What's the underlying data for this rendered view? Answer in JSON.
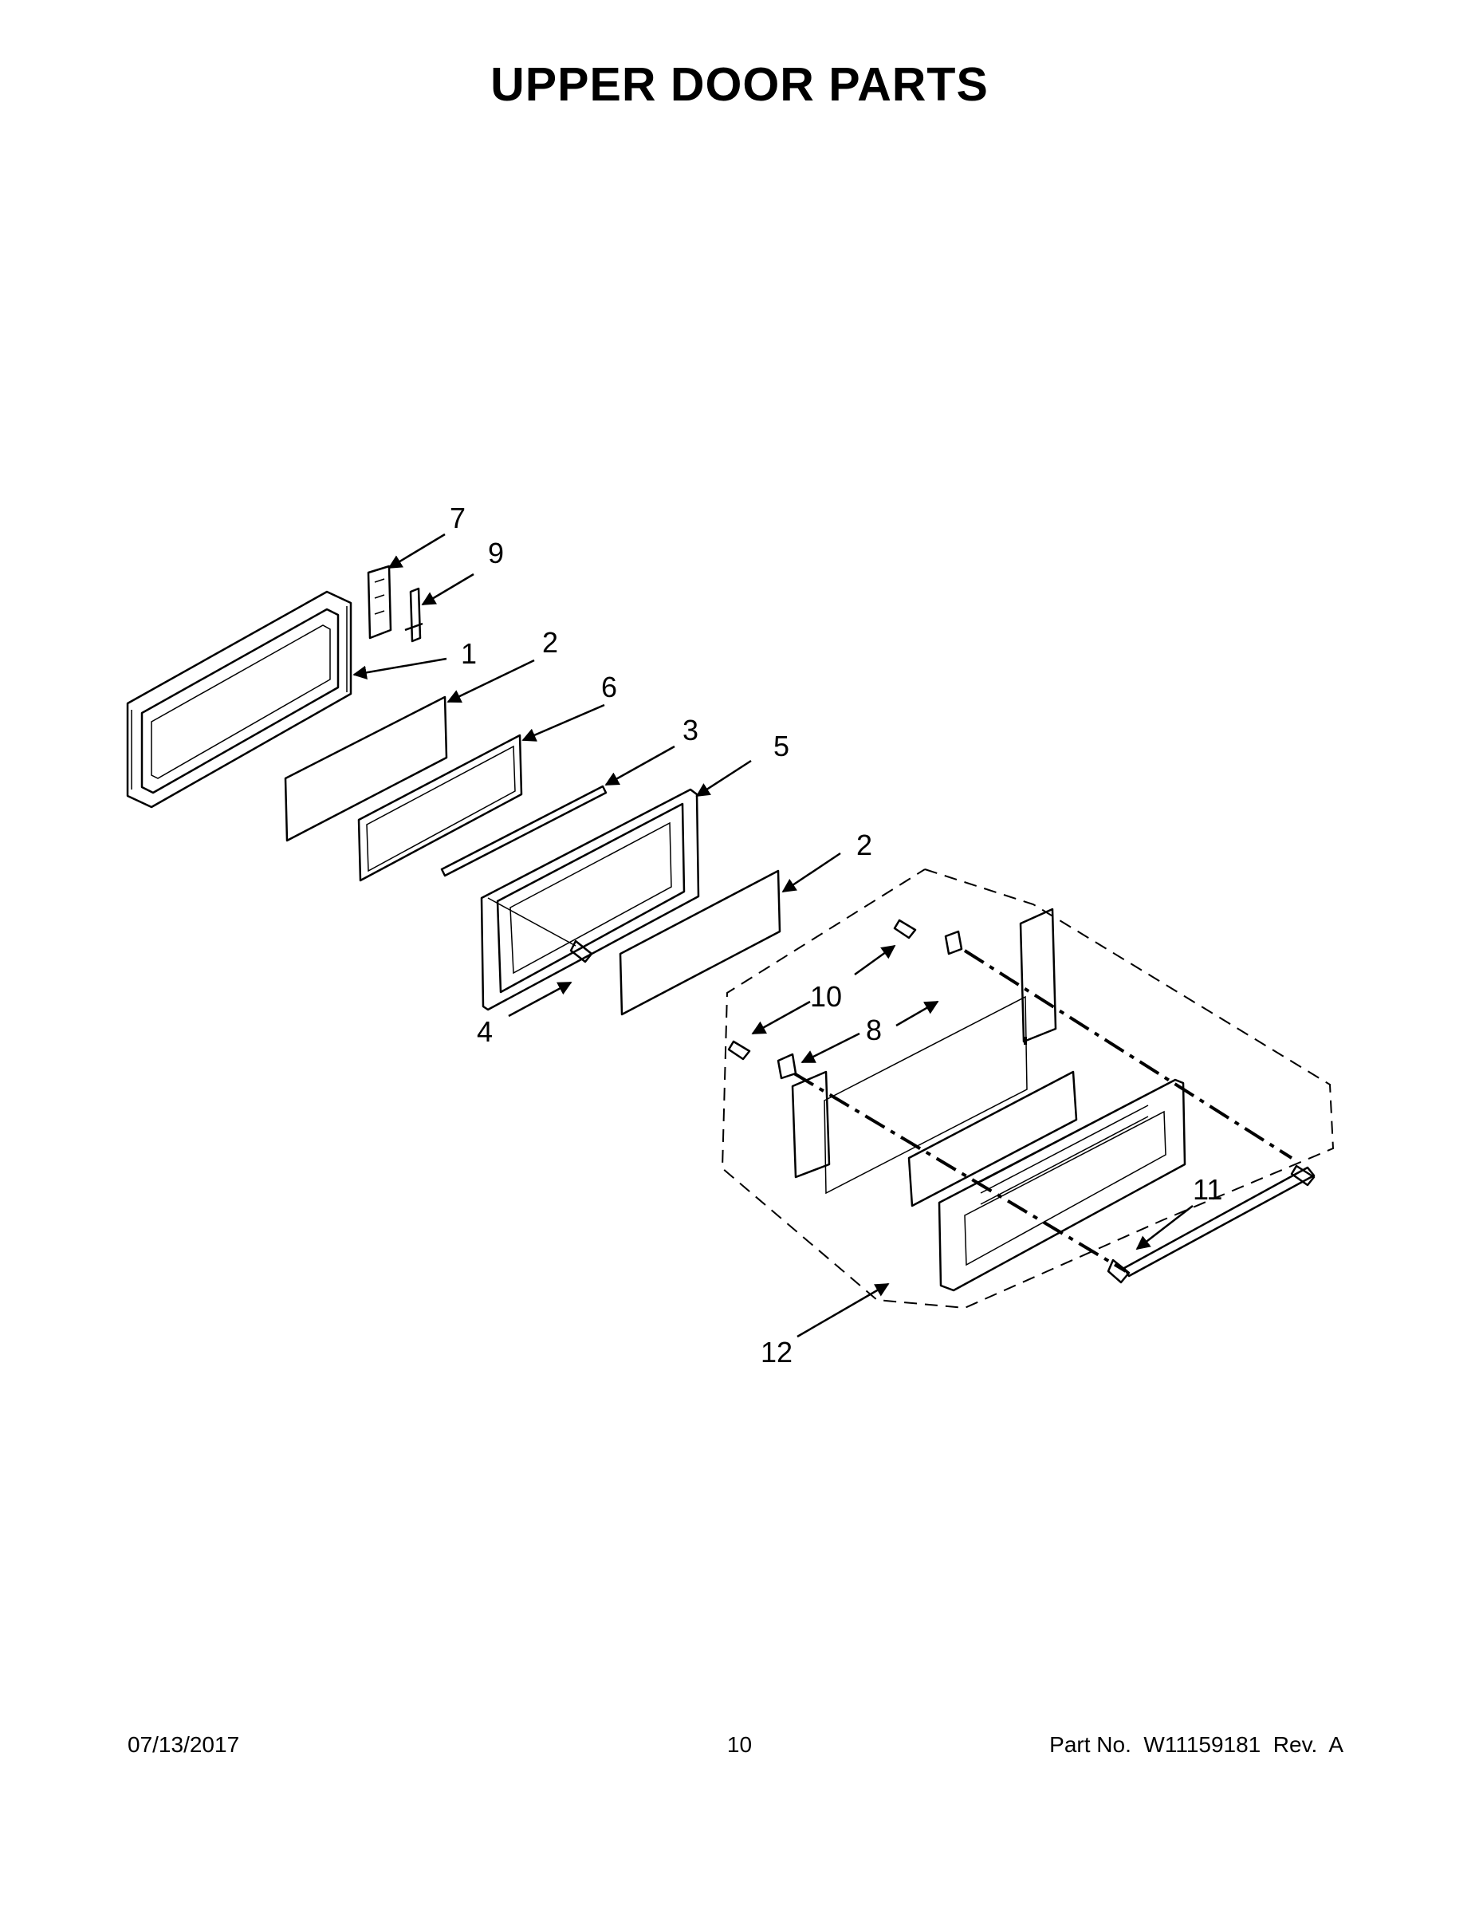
{
  "page": {
    "title": "UPPER DOOR PARTS",
    "footer": {
      "date": "07/13/2017",
      "page_number": "10",
      "part_info": "Part No.  W11159181  Rev.  A"
    }
  },
  "callouts": {
    "c7": "7",
    "c9": "9",
    "c1": "1",
    "c2a": "2",
    "c6": "6",
    "c3": "3",
    "c5": "5",
    "c2b": "2",
    "c4": "4",
    "c10": "10",
    "c8": "8",
    "c11": "11",
    "c12": "12"
  }
}
